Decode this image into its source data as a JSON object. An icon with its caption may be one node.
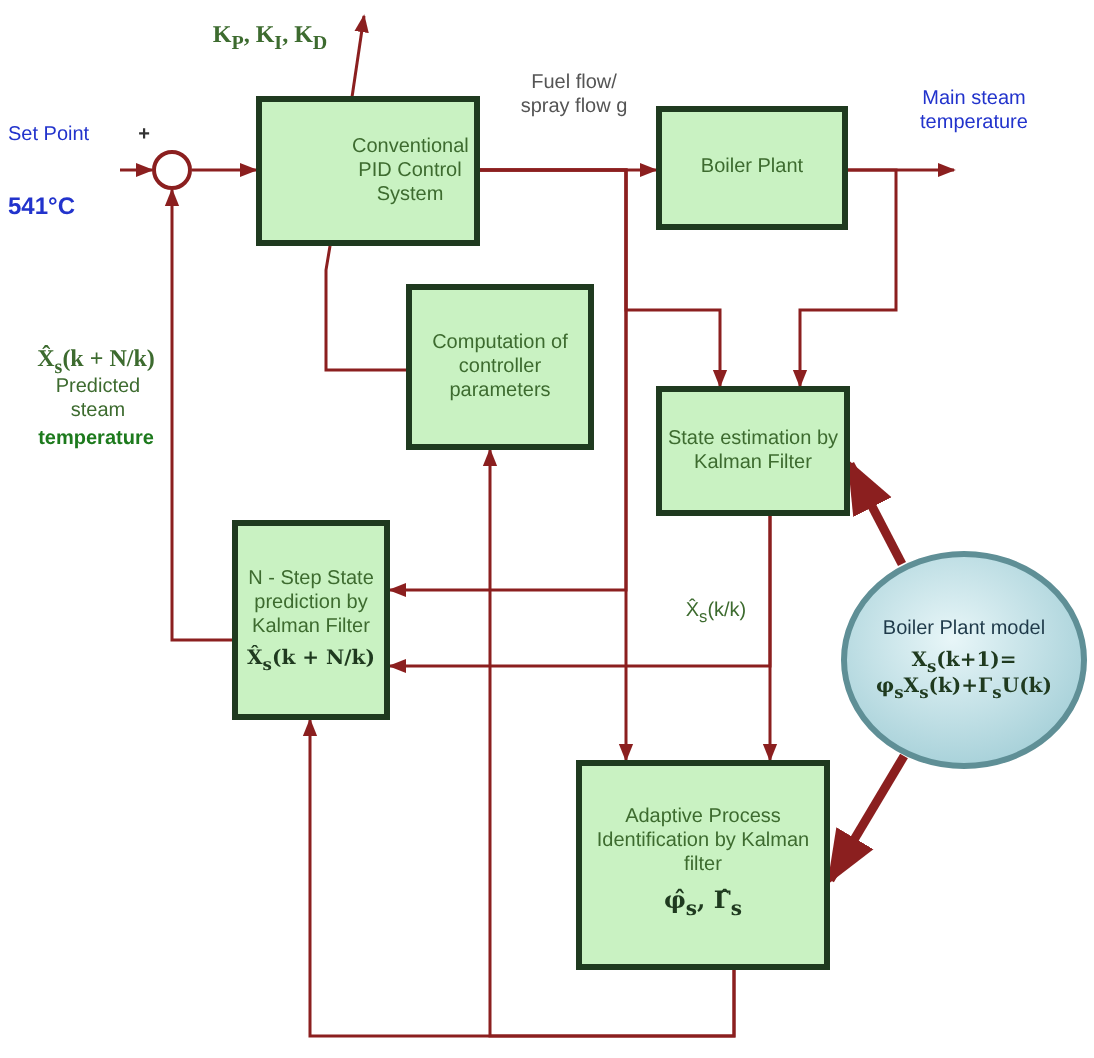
{
  "diagram": {
    "nodes": [
      {
        "text": [
          "Set Point",
          "541°C"
        ]
      },
      {
        "text": [],
        "shape": "circle"
      },
      {
        "text": [
          "Conventional PID Control System"
        ]
      },
      {
        "text": [
          "Boiler Plant"
        ]
      },
      {
        "text": [
          "Main steam temperature"
        ]
      },
      {
        "text": [
          "Computation of controller parameters"
        ]
      },
      {
        "text": [
          "State estimation by Kalman Filter"
        ]
      },
      {
        "text": [
          "N - Step State prediction by Kalman Filter",
          "X̂$_{s}$(k + N/k)"
        ]
      },
      {
        "text": [
          "Boiler Plant model",
          "X$_{s}$(k+1)= φ$_{s}$X$_{s}$(k)+Γ$_{s}$U(k)"
        ]
      },
      {
        "text": [
          "Adaptive Process Identification by Kalman filter",
          "φ̂$_{s}$, Γ̂$_{s}$"
        ]
      }
    ],
    "edges": [
      {
        "from": 0,
        "to": 1,
        "arrow": "to"
      },
      {
        "from": 1,
        "to": 2,
        "arrow": "to"
      },
      {
        "from": 2,
        "to": 3,
        "arrow": "to",
        "label": "Fuel flow/ spray flow g"
      },
      {
        "from": 3,
        "to": 4,
        "arrow": "to"
      },
      {
        "from": 2,
        "to": 6,
        "arrow": "to"
      },
      {
        "from": 3,
        "to": 6,
        "arrow": "to"
      },
      {
        "from": 2,
        "to": 7,
        "arrow": "to"
      },
      {
        "from": 2,
        "to": 9,
        "arrow": "to"
      },
      {
        "from": 6,
        "to": 7,
        "arrow": "to",
        "label": "X̂$_{s}$(k/k)"
      },
      {
        "from": 6,
        "to": 9,
        "arrow": "to"
      },
      {
        "from": 7,
        "to": 1,
        "arrow": "to"
      },
      {
        "from": 9,
        "to": 7,
        "arrow": "to"
      },
      {
        "from": 9,
        "to": 5,
        "arrow": "to"
      },
      {
        "from": 5,
        "to": 2,
        "arrow": "none"
      },
      {
        "from": 8,
        "to": 6,
        "arrow": "to",
        "style": "thick"
      },
      {
        "from": 8,
        "to": 9,
        "arrow": "to",
        "style": "thick"
      }
    ],
    "labels": [
      "+",
      "K$_{P}$, K$_{I}$, K$_{D}$",
      "X̂$_{s}$(k + N/k)",
      "Predicted steam",
      "temperature"
    ]
  }
}
